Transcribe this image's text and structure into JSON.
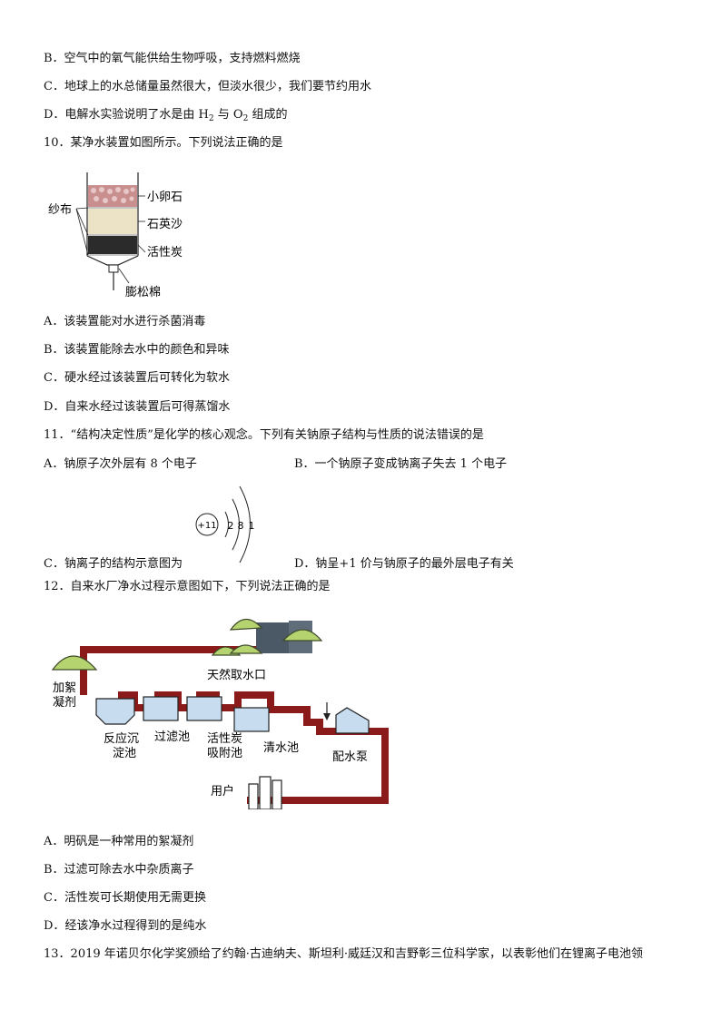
{
  "q9_options": {
    "B": "B．空气中的氧气能供给生物呼吸，支持燃料燃烧",
    "C": "C．地球上的水总储量虽然很大，但淡水很少，我们要节约用水",
    "D_pre": "D．电解水实验说明了水是由 H",
    "D_sub1": "2",
    "D_mid": " 与 O",
    "D_sub2": "2",
    "D_post": " 组成的"
  },
  "q10": {
    "stem": "10．某净水装置如图所示。下列说法正确的是",
    "figure_labels": {
      "gauze": "纱布",
      "pebble": "小卵石",
      "sand": "石英沙",
      "carbon": "活性炭",
      "cotton": "膨松棉"
    },
    "options": {
      "A": "A．该装置能对水进行杀菌消毒",
      "B": "B．该装置能除去水中的颜色和异味",
      "C": "C．硬水经过该装置后可转化为软水",
      "D": "D．自来水经过该装置后可得蒸馏水"
    }
  },
  "q11": {
    "stem": "11．“结构决定性质”是化学的核心观念。下列有关钠原子结构与性质的说法错误的是",
    "options": {
      "A": "A．钠原子次外层有 8 个电子",
      "B": "B．一个钠原子变成钠离子失去 1 个电子",
      "C": "C．钠离子的结构示意图为",
      "D": "D．钠呈+1 价与钠原子的最外层电子有关"
    },
    "diagram": {
      "nucleus": "+11",
      "shells": [
        "2",
        "8",
        "1"
      ]
    }
  },
  "q12": {
    "stem": "12．自来水厂净水过程示意图如下，下列说法正确的是",
    "figure_labels": {
      "intake": "天然取水口",
      "coagulant_line1": "加絮",
      "coagulant_line2": "凝剂",
      "sediment_line1": "反应沉",
      "sediment_line2": "淀池",
      "filter": "过滤池",
      "carbon_line1": "活性炭",
      "carbon_line2": "吸附池",
      "clear": "清水池",
      "pump": "配水泵",
      "user": "用户"
    },
    "options": {
      "A": "A．明矾是一种常用的絮凝剂",
      "B": "B．过滤可除去水中杂质离子",
      "C": "C．活性炭可长期使用无需更换",
      "D": "D．经该净水过程得到的是纯水"
    }
  },
  "q13": {
    "stem": "13．2019 年诺贝尔化学奖颁给了约翰·古迪纳夫、斯坦利·威廷汉和吉野彰三位科学家，以表彰他们在锂离子电池领"
  },
  "colors": {
    "pipe": "#8b1a1a",
    "tank": "#c7dcef",
    "hill": "#b5d36e",
    "pebble": "#c98f8f",
    "sand": "#ece2c6",
    "carbon": "#2b2b2b"
  }
}
